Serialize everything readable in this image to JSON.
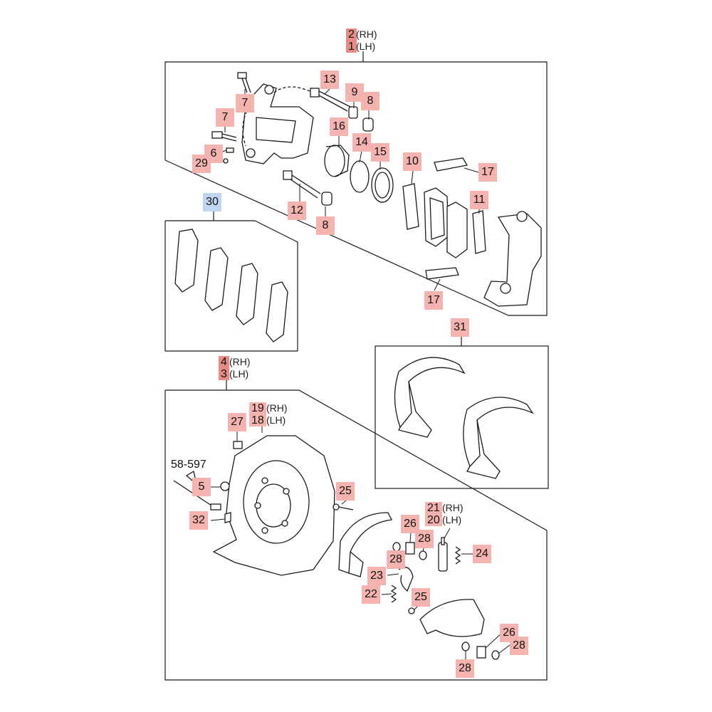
{
  "diagram": {
    "assembly_front": {
      "rh_num": "2",
      "rh_side": "(RH)",
      "lh_num": "1",
      "lh_side": "(LH)"
    },
    "assembly_rear": {
      "rh_num": "4",
      "rh_side": "(RH)",
      "lh_num": "3",
      "lh_side": "(LH)"
    },
    "plate_label": {
      "rh_num": "19",
      "rh_side": "(RH)",
      "lh_num": "18",
      "lh_side": "(LH)"
    },
    "adjuster_label": {
      "rh_num": "21",
      "rh_side": "(RH)",
      "lh_num": "20",
      "lh_side": "(LH)"
    },
    "cable_ref": "58-597",
    "callouts": {
      "p7a": "7",
      "p7b": "7",
      "p6": "6",
      "p29": "29",
      "p13": "13",
      "p9": "9",
      "p8a": "8",
      "p8b": "8",
      "p16": "16",
      "p14": "14",
      "p15": "15",
      "p12": "12",
      "p10": "10",
      "p17a": "17",
      "p17b": "17",
      "p11": "11",
      "p30": "30",
      "p31": "31",
      "p27": "27",
      "p5": "5",
      "p32": "32",
      "p25a": "25",
      "p25b": "25",
      "p26a": "26",
      "p26b": "26",
      "p28a": "28",
      "p28b": "28",
      "p28c": "28",
      "p28d": "28",
      "p24": "24",
      "p23": "23",
      "p22": "22"
    }
  }
}
